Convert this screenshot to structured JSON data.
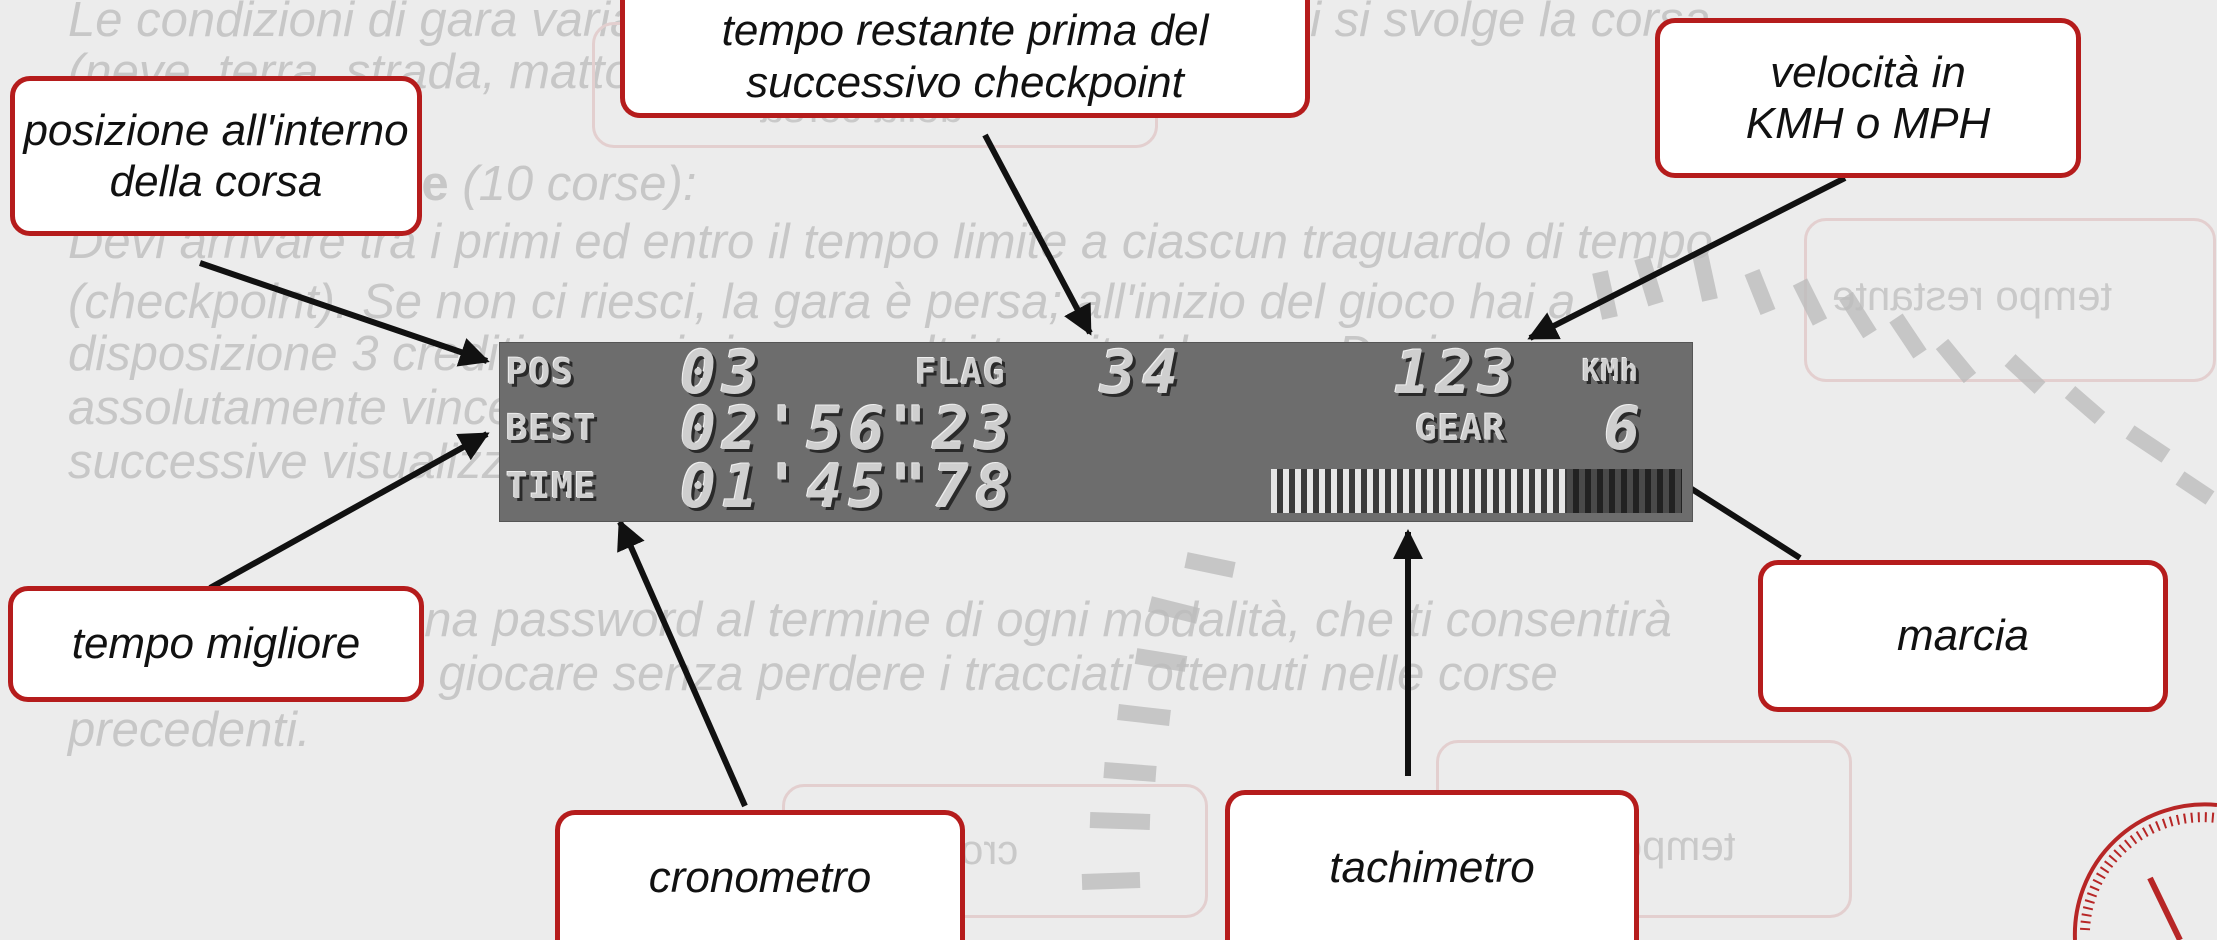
{
  "background": {
    "lines": [
      "Le condizioni di gara variano a seconda del terreno su cui si svolge la corsa",
      "(neve, terra, strada, mattone o fango).",
      "Devi arrivare tra i primi ed entro il tempo limite a ciascun traguardo di tempo",
      "(checkpoint). Se non ci riesci, la gara è persa; all'inizio del gioco hai a",
      "disposizione 3 crediti, e puoi vincerne altri tramite i bonus. Devi",
      "assolutamente vincere la corsa una volta finita per poter sbloccare le corse",
      "successive visualizzate in miniatura sullo schermo del Game Boy.",
      "Ti verrà fornita una password al termine di ogni modalità, che ti consentirà",
      "di ricominciare a giocare senza perdere i tracciati ottenuti nelle corse",
      "precedenti."
    ],
    "section_title": "Modalità Arcade",
    "section_note": "(10 corse):",
    "ghost_labels": [
      "posizione all'interno",
      "della corsa",
      "tempo migliore",
      "cronometro",
      "tempo restante"
    ]
  },
  "hud": {
    "pos_label": "POS",
    "pos_value": "03",
    "flag_label": "FLAG",
    "flag_value": "34",
    "speed_value": "123",
    "speed_unit": "KMh",
    "best_label": "BEST",
    "best_value": "02'56\"23",
    "gear_label": "GEAR",
    "gear_value": "6",
    "time_label": "TIME",
    "time_value": "01'45\"78",
    "tach_level": 0.72
  },
  "callouts": {
    "position": "posizione all'interno\ndella corsa",
    "checkpoint": "tempo restante prima del\nsuccessivo checkpoint",
    "speed": "velocità in\nKMH o MPH",
    "best": "tempo migliore",
    "chrono": "cronometro",
    "tacho": "tachimetro",
    "gear": "marcia"
  },
  "colors": {
    "callout_border": "#b51c1c",
    "hud_bg": "#6d6d6d",
    "page_bg": "#ececec"
  }
}
